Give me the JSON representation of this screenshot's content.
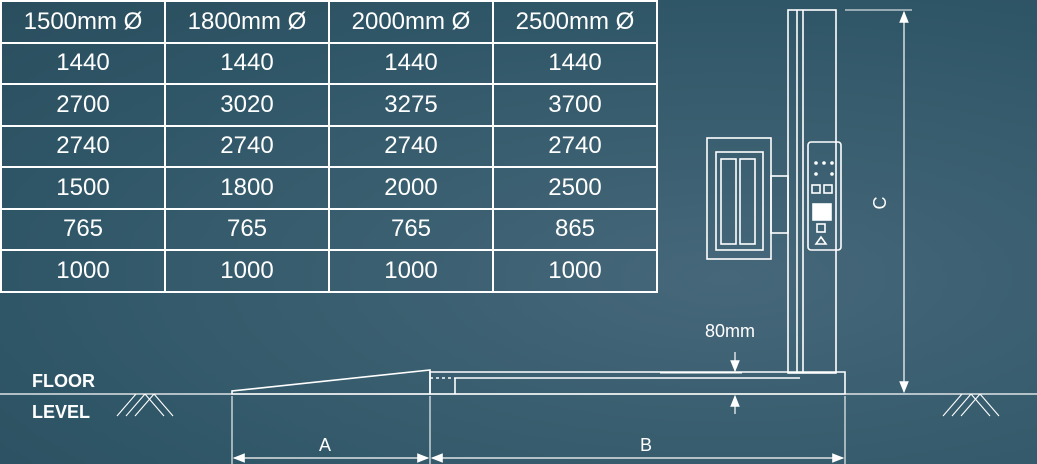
{
  "table": {
    "headers": [
      "1500mm Ø",
      "1800mm Ø",
      "2000mm Ø",
      "2500mm Ø"
    ],
    "rows": [
      [
        "1440",
        "1440",
        "1440",
        "1440"
      ],
      [
        "2700",
        "3020",
        "3275",
        "3700"
      ],
      [
        "2740",
        "2740",
        "2740",
        "2740"
      ],
      [
        "1500",
        "1800",
        "2000",
        "2500"
      ],
      [
        "765",
        "765",
        "765",
        "865"
      ],
      [
        "1000",
        "1000",
        "1000",
        "1000"
      ]
    ]
  },
  "drawing": {
    "floor_label": "FLOOR",
    "level_label": "LEVEL",
    "dim_a": "A",
    "dim_b": "B",
    "dim_c": "C",
    "dim_height": "80mm"
  },
  "colors": {
    "background": "#34596a",
    "line": "#ffffff"
  }
}
